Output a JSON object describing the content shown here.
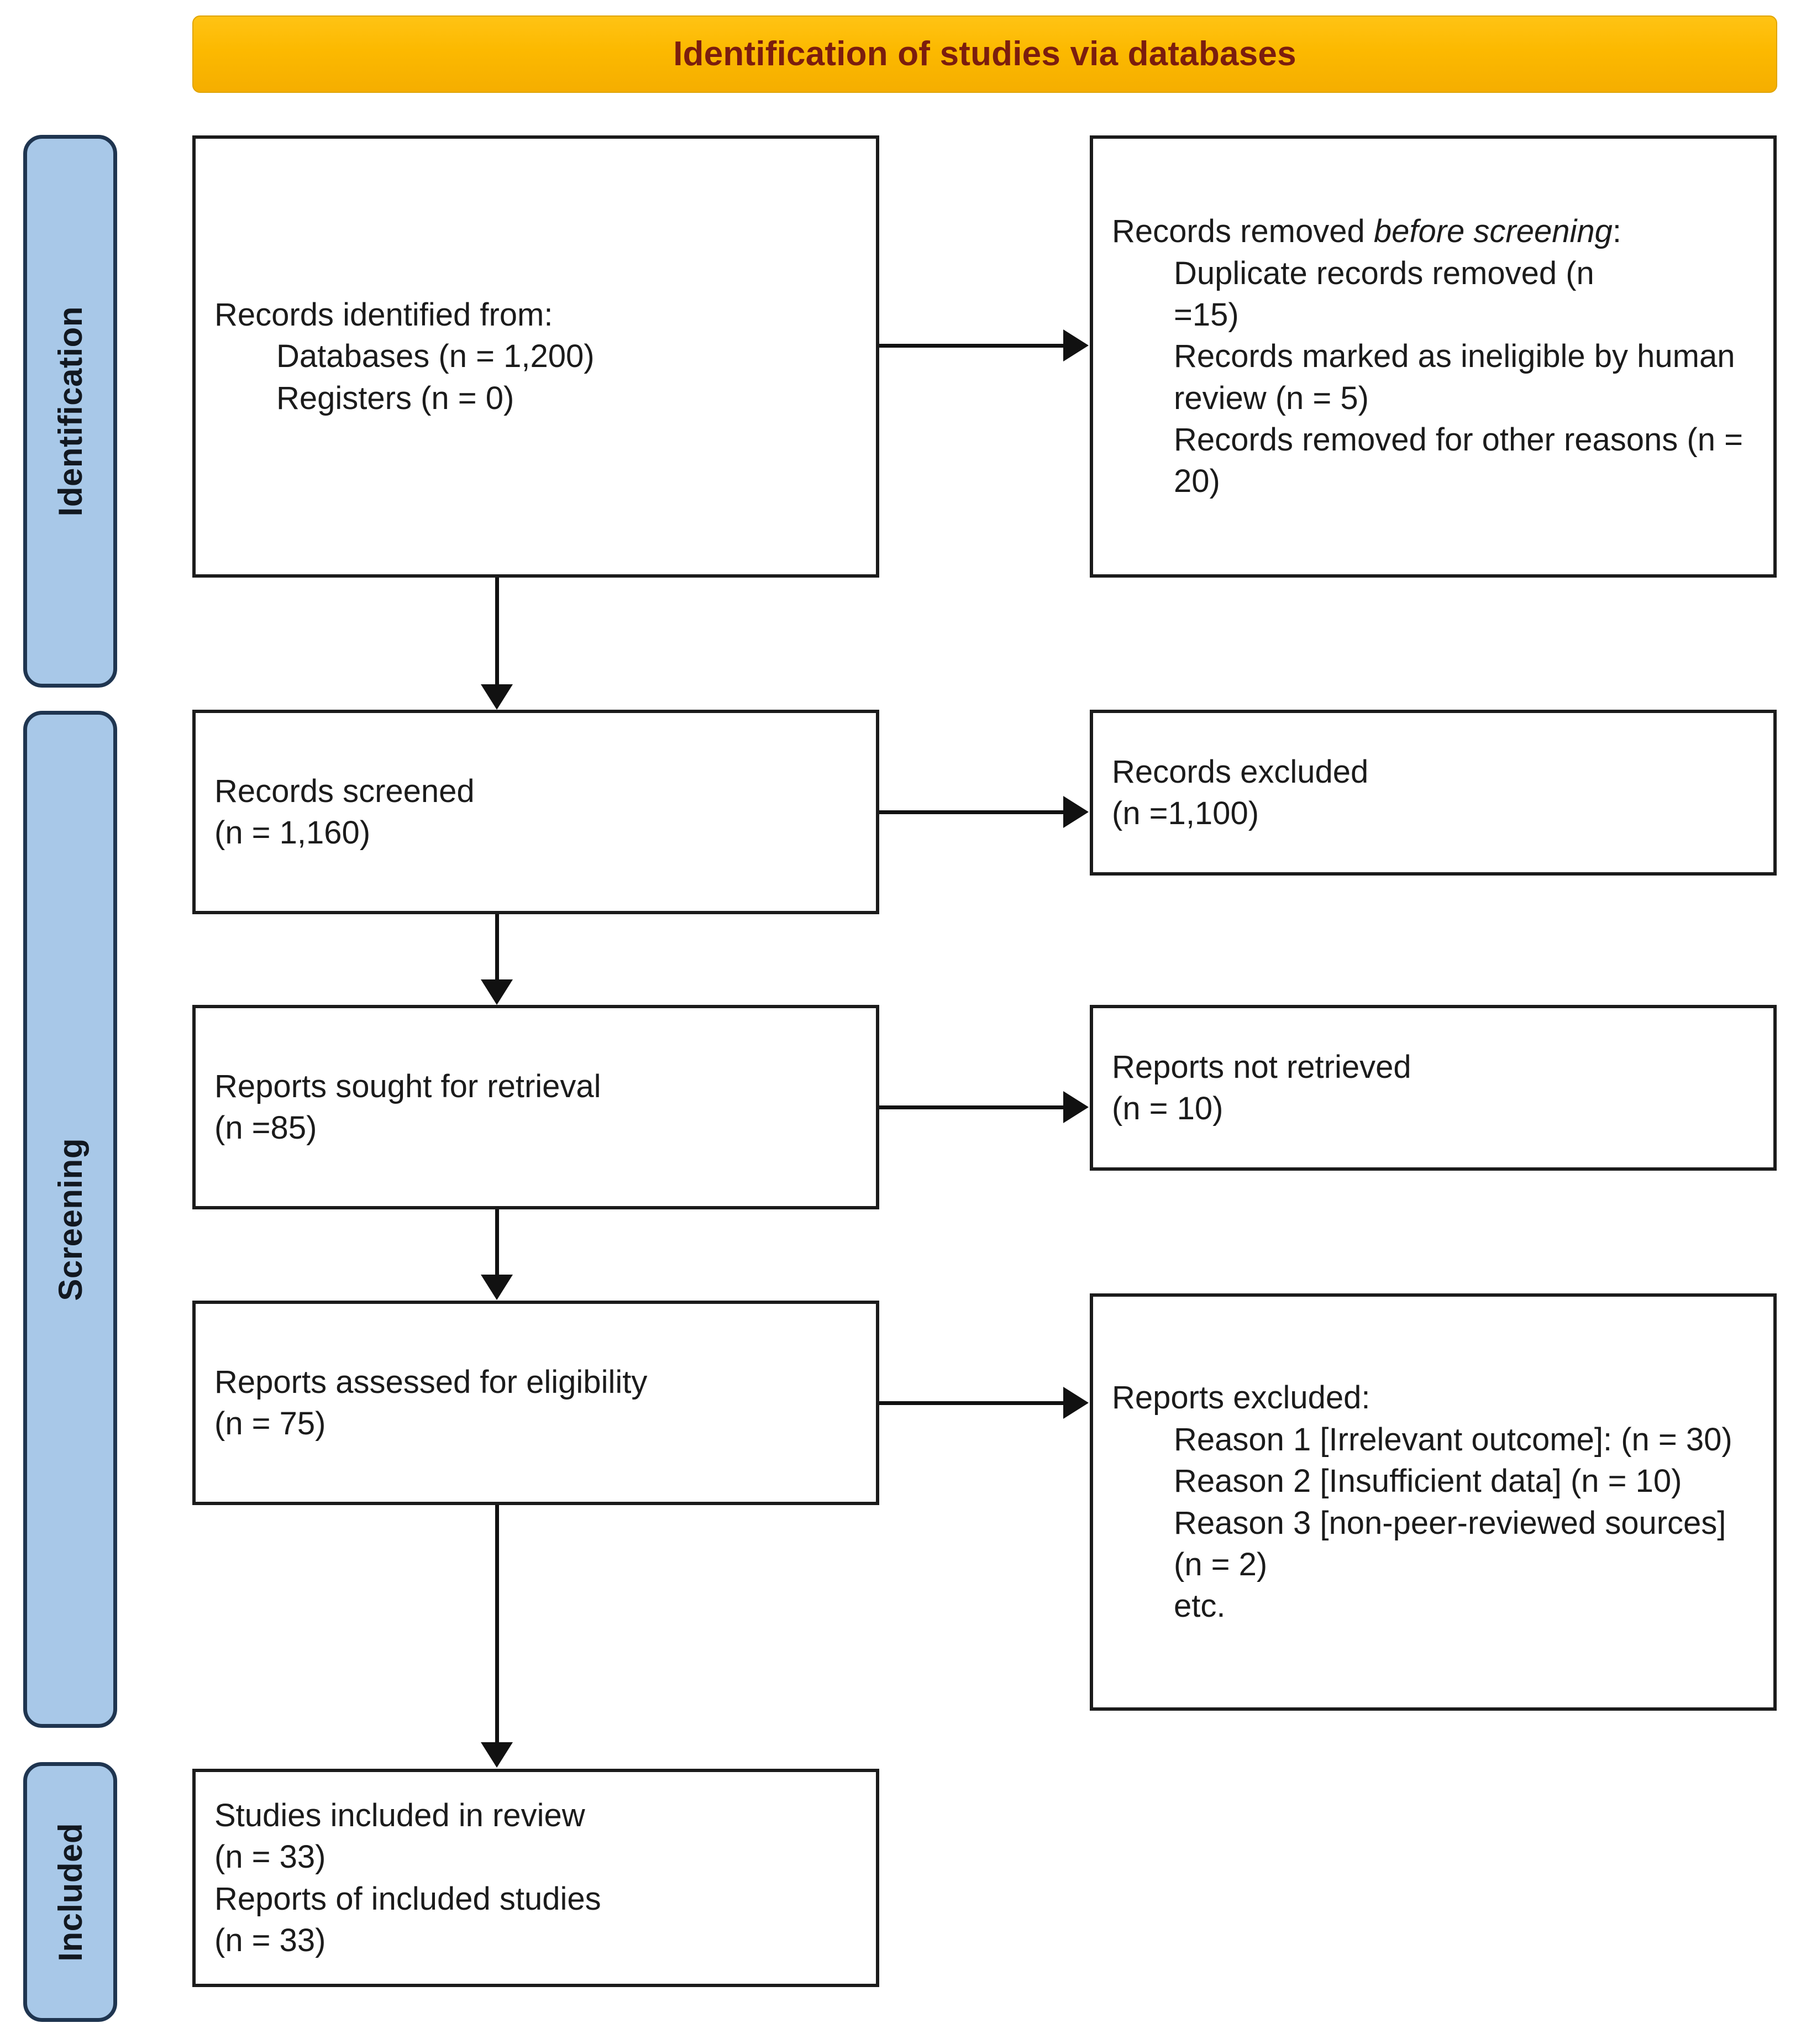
{
  "header": {
    "title": "Identification of studies via databases"
  },
  "stages": [
    {
      "key": "identification",
      "label": "Identification"
    },
    {
      "key": "screening",
      "label": "Screening"
    },
    {
      "key": "included",
      "label": "Included"
    }
  ],
  "boxes": {
    "identified": {
      "title": "Records identified from:",
      "items": [
        "Databases (n = 1,200)",
        "Registers (n = 0)"
      ]
    },
    "removed_before_screening": {
      "title_prefix": "Records removed ",
      "title_italic": "before screening",
      "title_suffix": ":",
      "items": [
        "Duplicate records removed (n\n=15)",
        "Records marked as ineligible by human review (n = 5)",
        "Records removed for other reasons (n = 20)"
      ]
    },
    "screened": {
      "line1": "Records screened",
      "line2": "(n = 1,160)"
    },
    "records_excluded": {
      "line1": "Records excluded",
      "line2": "(n =1,100)"
    },
    "sought_for_retrieval": {
      "line1": "Reports sought for retrieval",
      "line2": "(n =85)"
    },
    "not_retrieved": {
      "line1": "Reports not retrieved",
      "line2": "(n = 10)"
    },
    "assessed_for_eligibility": {
      "line1": "Reports assessed for eligibility",
      "line2": "(n = 75)"
    },
    "reports_excluded": {
      "title": "Reports excluded:",
      "items": [
        "Reason 1 [Irrelevant outcome]: (n = 30)",
        "Reason 2 [Insufficient data] (n = 10)",
        "Reason 3 [non-peer-reviewed sources] (n = 2)",
        "etc."
      ]
    },
    "studies_included": {
      "line1": "Studies included in review",
      "line2": "(n = 33)",
      "line3": "Reports of included studies",
      "line4": "(n = 33)"
    }
  },
  "chart_data": {
    "type": "diagram",
    "title": "Identification of studies via databases",
    "flow": [
      {
        "stage": "Identification",
        "node": "Records identified from: Databases",
        "n": 1200
      },
      {
        "stage": "Identification",
        "node": "Records identified from: Registers",
        "n": 0
      },
      {
        "stage": "Identification",
        "node": "Duplicate records removed",
        "n": 15
      },
      {
        "stage": "Identification",
        "node": "Records marked as ineligible by human review",
        "n": 5
      },
      {
        "stage": "Identification",
        "node": "Records removed for other reasons",
        "n": 20
      },
      {
        "stage": "Screening",
        "node": "Records screened",
        "n": 1160
      },
      {
        "stage": "Screening",
        "node": "Records excluded",
        "n": 1100
      },
      {
        "stage": "Screening",
        "node": "Reports sought for retrieval",
        "n": 85
      },
      {
        "stage": "Screening",
        "node": "Reports not retrieved",
        "n": 10
      },
      {
        "stage": "Screening",
        "node": "Reports assessed for eligibility",
        "n": 75
      },
      {
        "stage": "Screening",
        "node": "Reports excluded: Reason 1 [Irrelevant outcome]",
        "n": 30
      },
      {
        "stage": "Screening",
        "node": "Reports excluded: Reason 2 [Insufficient data]",
        "n": 10
      },
      {
        "stage": "Screening",
        "node": "Reports excluded: Reason 3 [non-peer-reviewed sources]",
        "n": 2
      },
      {
        "stage": "Included",
        "node": "Studies included in review",
        "n": 33
      },
      {
        "stage": "Included",
        "node": "Reports of included studies",
        "n": 33
      }
    ],
    "colors": {
      "header_bg": "#fcb900",
      "header_text": "#7b1d0e",
      "stage_pill_bg": "#a8c8e8",
      "stage_pill_border": "#1f3550",
      "box_border": "#1b1b1b",
      "box_bg": "#ffffff",
      "connector": "#111111"
    }
  }
}
